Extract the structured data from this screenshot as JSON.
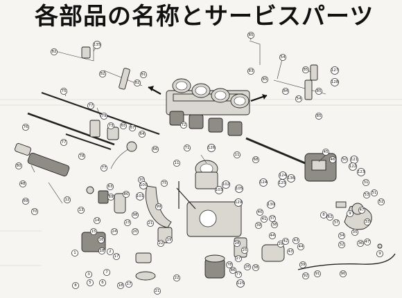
{
  "title": "各部品の名称とサービスパーツ",
  "callouts": [
    "1",
    "2",
    "3",
    "4",
    "5",
    "6",
    "7",
    "8",
    "9",
    "10",
    "11",
    "12",
    "13",
    "14",
    "15",
    "16",
    "17",
    "18",
    "19",
    "20",
    "21",
    "22",
    "23",
    "24",
    "25",
    "26",
    "27",
    "28",
    "29",
    "30",
    "31",
    "32",
    "33",
    "34",
    "35",
    "36",
    "37",
    "38",
    "39",
    "40",
    "41",
    "42",
    "43",
    "44",
    "45",
    "46",
    "47",
    "48",
    "49",
    "50",
    "51",
    "52",
    "53",
    "54",
    "55",
    "56",
    "57",
    "58",
    "59",
    "60",
    "61",
    "62",
    "63",
    "64",
    "65",
    "66",
    "67",
    "68",
    "69",
    "70",
    "71",
    "72",
    "73",
    "74",
    "75",
    "76",
    "77",
    "78",
    "79",
    "80",
    "81",
    "82",
    "83",
    "84",
    "85",
    "86",
    "87",
    "88",
    "89",
    "90",
    "91",
    "92",
    "93",
    "94",
    "95",
    "96",
    "97",
    "98",
    "99",
    "100",
    "101",
    "102",
    "103",
    "104",
    "105",
    "106",
    "107",
    "108",
    "109",
    "110",
    "111",
    "112",
    "113",
    "114",
    "115",
    "116",
    "117",
    "118",
    "119",
    "120",
    "121",
    "122",
    "123",
    "124",
    "125",
    "126",
    "127",
    "128",
    "129",
    "130",
    "131",
    "132",
    "133",
    "134",
    "135",
    "136",
    "137",
    "138",
    "139",
    "140",
    "141",
    "142",
    "143",
    "144",
    "145",
    "146",
    "147",
    "148",
    "149",
    "150",
    "151",
    "152",
    "153",
    "154",
    "155",
    "156",
    "157",
    "158",
    "159",
    "160",
    "161",
    "162",
    "163",
    "164",
    "165",
    "166",
    "167",
    "168",
    "169",
    "170",
    "171",
    "172",
    "173",
    "174",
    "175",
    "176",
    "177",
    "178",
    "179",
    "180",
    "181",
    "182",
    "183",
    "184",
    "185",
    "186",
    "187",
    "188",
    "189",
    "190",
    "191",
    "192",
    "193",
    "194",
    "195",
    "196",
    "197",
    "198",
    "199",
    "200",
    "201",
    "202",
    "203",
    "204",
    "205",
    "206",
    "207",
    "208",
    "209",
    "210",
    "211",
    "212",
    "213",
    "214",
    "215",
    "216",
    "217",
    "218",
    "219",
    "220",
    "221",
    "222",
    "223",
    "224",
    "225",
    "226",
    "227",
    "228",
    "229",
    "230",
    "231",
    "232",
    "233",
    "234",
    "235",
    "236",
    "237",
    "238",
    "239",
    "240",
    "241",
    "242",
    "243",
    "244",
    "245",
    "246",
    "247",
    "248",
    "249",
    "250",
    "251",
    "252",
    "253",
    "254",
    "255",
    "256",
    "257",
    "258",
    "259",
    "260",
    "261",
    "262",
    "263",
    "264",
    "265",
    "266",
    "267",
    "268",
    "269",
    "270",
    "271",
    "272",
    "273",
    "274",
    "275",
    "276",
    "277",
    "278",
    "279",
    "280",
    "281",
    "282",
    "283",
    "284",
    "285",
    "286",
    "287",
    "288",
    "289",
    "290",
    "291",
    "292",
    "293",
    "294",
    "295",
    "296",
    "297",
    "298",
    "299",
    "300",
    "301",
    "302",
    "303",
    "304",
    "305",
    "306",
    "307",
    "308",
    "309",
    "310",
    "311",
    "312",
    "313",
    "314",
    "315",
    "316",
    "317",
    "318",
    "319",
    "320",
    "321",
    "322",
    "323",
    "324",
    "325",
    "326",
    "327",
    "328",
    "329",
    "330",
    "331",
    "332",
    "333",
    "334",
    "335",
    "336",
    "337",
    "338",
    "339",
    "340",
    "341",
    "342",
    "343",
    "344",
    "345",
    "346",
    "347",
    "348",
    "349",
    "350",
    "351",
    "352",
    "353",
    "354",
    "355",
    "356",
    "357",
    "358",
    "359",
    "360",
    "361",
    "362",
    "363",
    "364",
    "365",
    "366",
    "367",
    "368",
    "369",
    "370",
    "371",
    "372",
    "373",
    "374",
    "375",
    "376",
    "377",
    "378",
    "379",
    "380",
    "381",
    "382",
    "383",
    "384",
    "385",
    "386",
    "387",
    "388",
    "389",
    "390",
    "391",
    "392",
    "393",
    "394",
    "395",
    "396",
    "397",
    "398",
    "399",
    "400"
  ]
}
